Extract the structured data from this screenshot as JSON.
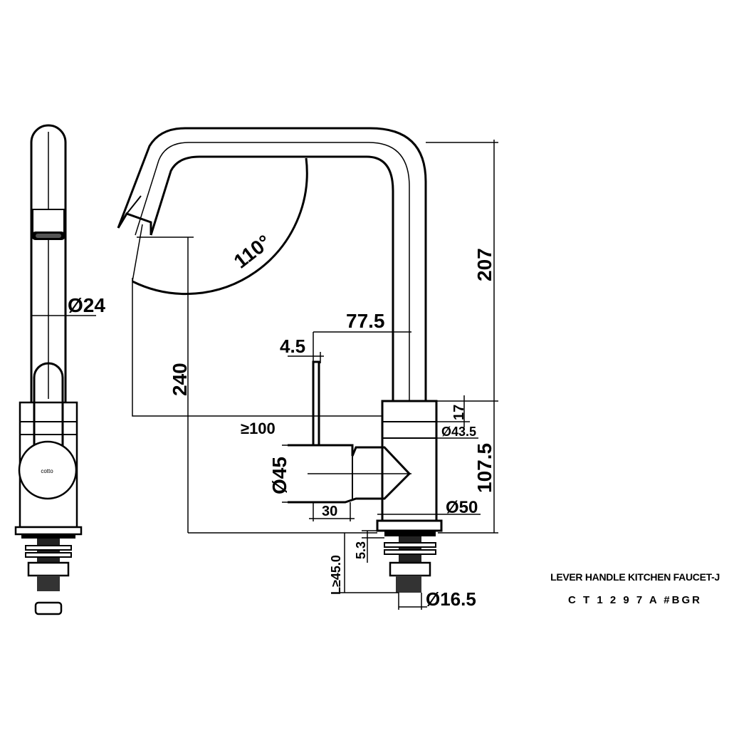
{
  "title_block": {
    "product_name": "LEVER HANDLE KITCHEN FAUCET-J",
    "model_code": "C T 1 2 9 7 A #BGR"
  },
  "side_view": {
    "spout_diameter": "Ø24",
    "logo_text": "cotto"
  },
  "front_view": {
    "dimensions": {
      "total_height": "207",
      "swivel_angle": "110°",
      "spout_reach": "77.5",
      "lever_offset": "4.5",
      "outlet_height": "240",
      "clearance": "≥100",
      "collar_height": "17",
      "collar_diameter": "Ø43.5",
      "body_height": "107.5",
      "handle_diameter": "Ø45",
      "handle_length": "30",
      "base_diameter": "Ø50",
      "washer_thickness": "5.3",
      "shank_length": "L≥45.0",
      "shank_diameter": "Ø16.5"
    }
  }
}
